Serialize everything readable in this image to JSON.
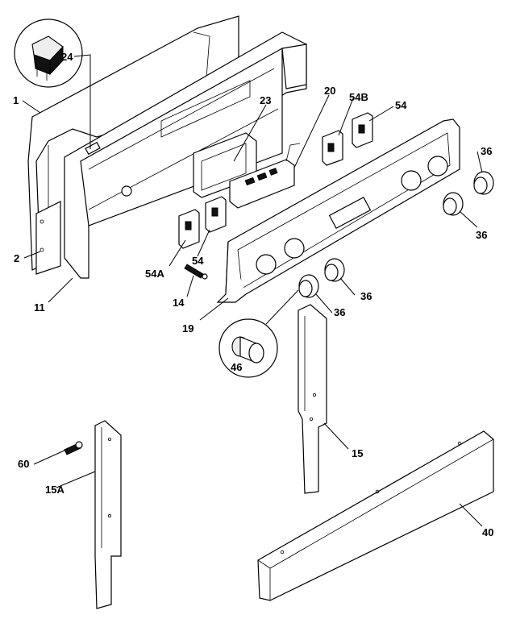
{
  "labels": {
    "p24": "24",
    "p1": "1",
    "p2": "2",
    "p11": "11",
    "p23": "23",
    "p20": "20",
    "p54B": "54B",
    "p54a": "54",
    "p54b": "54",
    "p54A": "54A",
    "p36a": "36",
    "p36b": "36",
    "p36c": "36",
    "p36d": "36",
    "p14": "14",
    "p19": "19",
    "p46": "46",
    "p15": "15",
    "p60": "60",
    "p15A": "15A",
    "p40": "40"
  }
}
